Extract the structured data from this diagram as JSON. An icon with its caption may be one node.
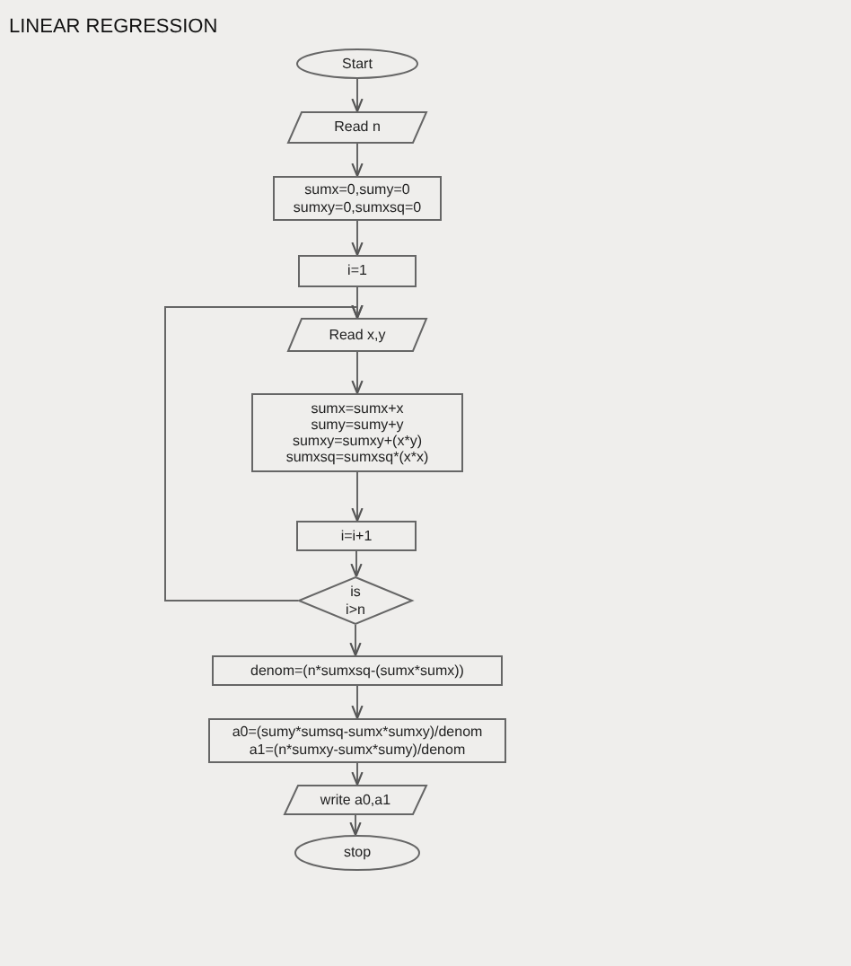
{
  "diagram": {
    "title": "LINEAR REGRESSION",
    "nodes": [
      {
        "text": [
          "Start"
        ]
      },
      {
        "text": [
          "Read n"
        ]
      },
      {
        "text": [
          "sumx=0,sumy=0",
          "sumxy=0,sumxsq=0"
        ]
      },
      {
        "text": [
          "i=1"
        ]
      },
      {
        "text": [
          "Read x,y"
        ]
      },
      {
        "text": [
          "sumx=sumx+x",
          "sumy=sumy+y",
          "sumxy=sumxy+(x*y)",
          "sumxsq=sumxsq*(x*x)"
        ]
      },
      {
        "text": [
          "i=i+1"
        ]
      },
      {
        "text": [
          "is i>n"
        ]
      },
      {
        "text": [
          "denom=(n*sumxsq-(sumx*sumx))"
        ]
      },
      {
        "text": [
          "a0=(sumy*sumsq-sumx*sumxy)/denom",
          "a1=(n*sumxy-sumx*sumy)/denom"
        ]
      },
      {
        "text": [
          "write a0,a1"
        ]
      },
      {
        "text": [
          "stop"
        ]
      }
    ],
    "edges": [
      {
        "from": 0,
        "to": 1,
        "arrow": "to"
      },
      {
        "from": 1,
        "to": 2,
        "arrow": "to"
      },
      {
        "from": 2,
        "to": 3,
        "arrow": "to"
      },
      {
        "from": 3,
        "to": 4,
        "arrow": "to"
      },
      {
        "from": 4,
        "to": 5,
        "arrow": "to"
      },
      {
        "from": 5,
        "to": 6,
        "arrow": "to"
      },
      {
        "from": 6,
        "to": 7,
        "arrow": "to"
      },
      {
        "from": 7,
        "to": 4,
        "arrow": "to"
      },
      {
        "from": 7,
        "to": 8,
        "arrow": "to"
      },
      {
        "from": 8,
        "to": 9,
        "arrow": "to"
      },
      {
        "from": 9,
        "to": 10,
        "arrow": "to"
      },
      {
        "from": 10,
        "to": 11,
        "arrow": "to"
      }
    ]
  }
}
